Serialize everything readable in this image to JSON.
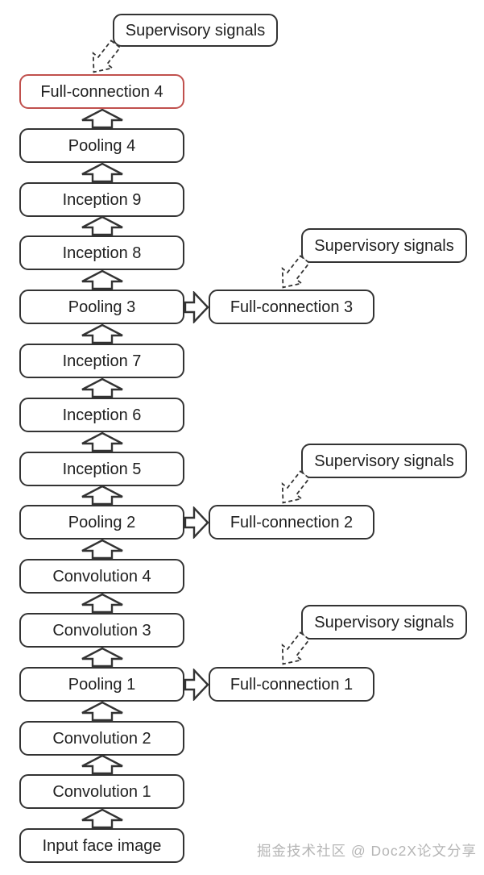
{
  "diagram": {
    "supervisory_label": "Supervisory signals",
    "layers": [
      {
        "label": "Full-connection 4",
        "highlight": true
      },
      {
        "label": "Pooling 4"
      },
      {
        "label": "Inception 9"
      },
      {
        "label": "Inception 8"
      },
      {
        "label": "Pooling 3"
      },
      {
        "label": "Inception 7"
      },
      {
        "label": "Inception 6"
      },
      {
        "label": "Inception 5"
      },
      {
        "label": "Pooling 2"
      },
      {
        "label": "Convolution 4"
      },
      {
        "label": "Convolution 3"
      },
      {
        "label": "Pooling 1"
      },
      {
        "label": "Convolution 2"
      },
      {
        "label": "Convolution 1"
      },
      {
        "label": "Input face image"
      }
    ],
    "branches": [
      {
        "label": "Full-connection 3"
      },
      {
        "label": "Full-connection 2"
      },
      {
        "label": "Full-connection 1"
      }
    ],
    "colors": {
      "border": "#333333",
      "highlight_border": "#c0504d",
      "text": "#1f1f1f",
      "watermark": "#b5b5b5"
    }
  },
  "watermark": {
    "text": "掘金技术社区 @ Doc2X论文分享"
  }
}
